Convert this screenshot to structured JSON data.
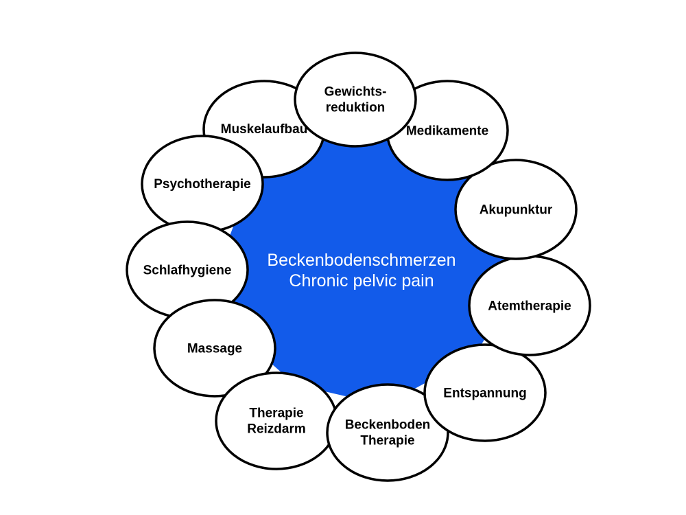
{
  "diagram": {
    "center_color": "#125BEA",
    "center_label": {
      "line1": "Beckenbodenschmerzen",
      "line2": "Chronic pelvic pain"
    },
    "nodes": [
      {
        "id": "gewichtsreduktion",
        "lines": [
          "Gewichts-",
          "reduktion"
        ]
      },
      {
        "id": "medikamente",
        "lines": [
          "Medikamente"
        ]
      },
      {
        "id": "akupunktur",
        "lines": [
          "Akupunktur"
        ]
      },
      {
        "id": "atemtherapie",
        "lines": [
          "Atemtherapie"
        ]
      },
      {
        "id": "entspannung",
        "lines": [
          "Entspannung"
        ]
      },
      {
        "id": "beckenboden-therapie",
        "lines": [
          "Beckenboden",
          "Therapie"
        ]
      },
      {
        "id": "therapie-reizdarm",
        "lines": [
          "Therapie",
          "Reizdarm"
        ]
      },
      {
        "id": "massage",
        "lines": [
          "Massage"
        ]
      },
      {
        "id": "schlafhygiene",
        "lines": [
          "Schlafhygiene"
        ]
      },
      {
        "id": "psychotherapie",
        "lines": [
          "Psychotherapie"
        ]
      },
      {
        "id": "muskelaufbau",
        "lines": [
          "Muskelaufbau"
        ]
      }
    ]
  }
}
